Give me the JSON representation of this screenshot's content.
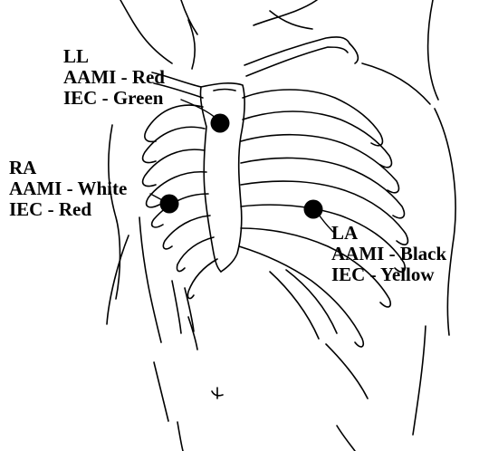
{
  "leads": [
    {
      "code": "LL",
      "aami": "AAMI - Red",
      "iec": "IEC - Green"
    },
    {
      "code": "RA",
      "aami": "AAMI - White",
      "iec": "IEC - Red"
    },
    {
      "code": "LA",
      "aami": "AAMI - Black",
      "iec": "IEC - Yellow"
    }
  ],
  "colors": {
    "line": "#000000",
    "electrode": "#000000",
    "background": "#ffffff"
  }
}
